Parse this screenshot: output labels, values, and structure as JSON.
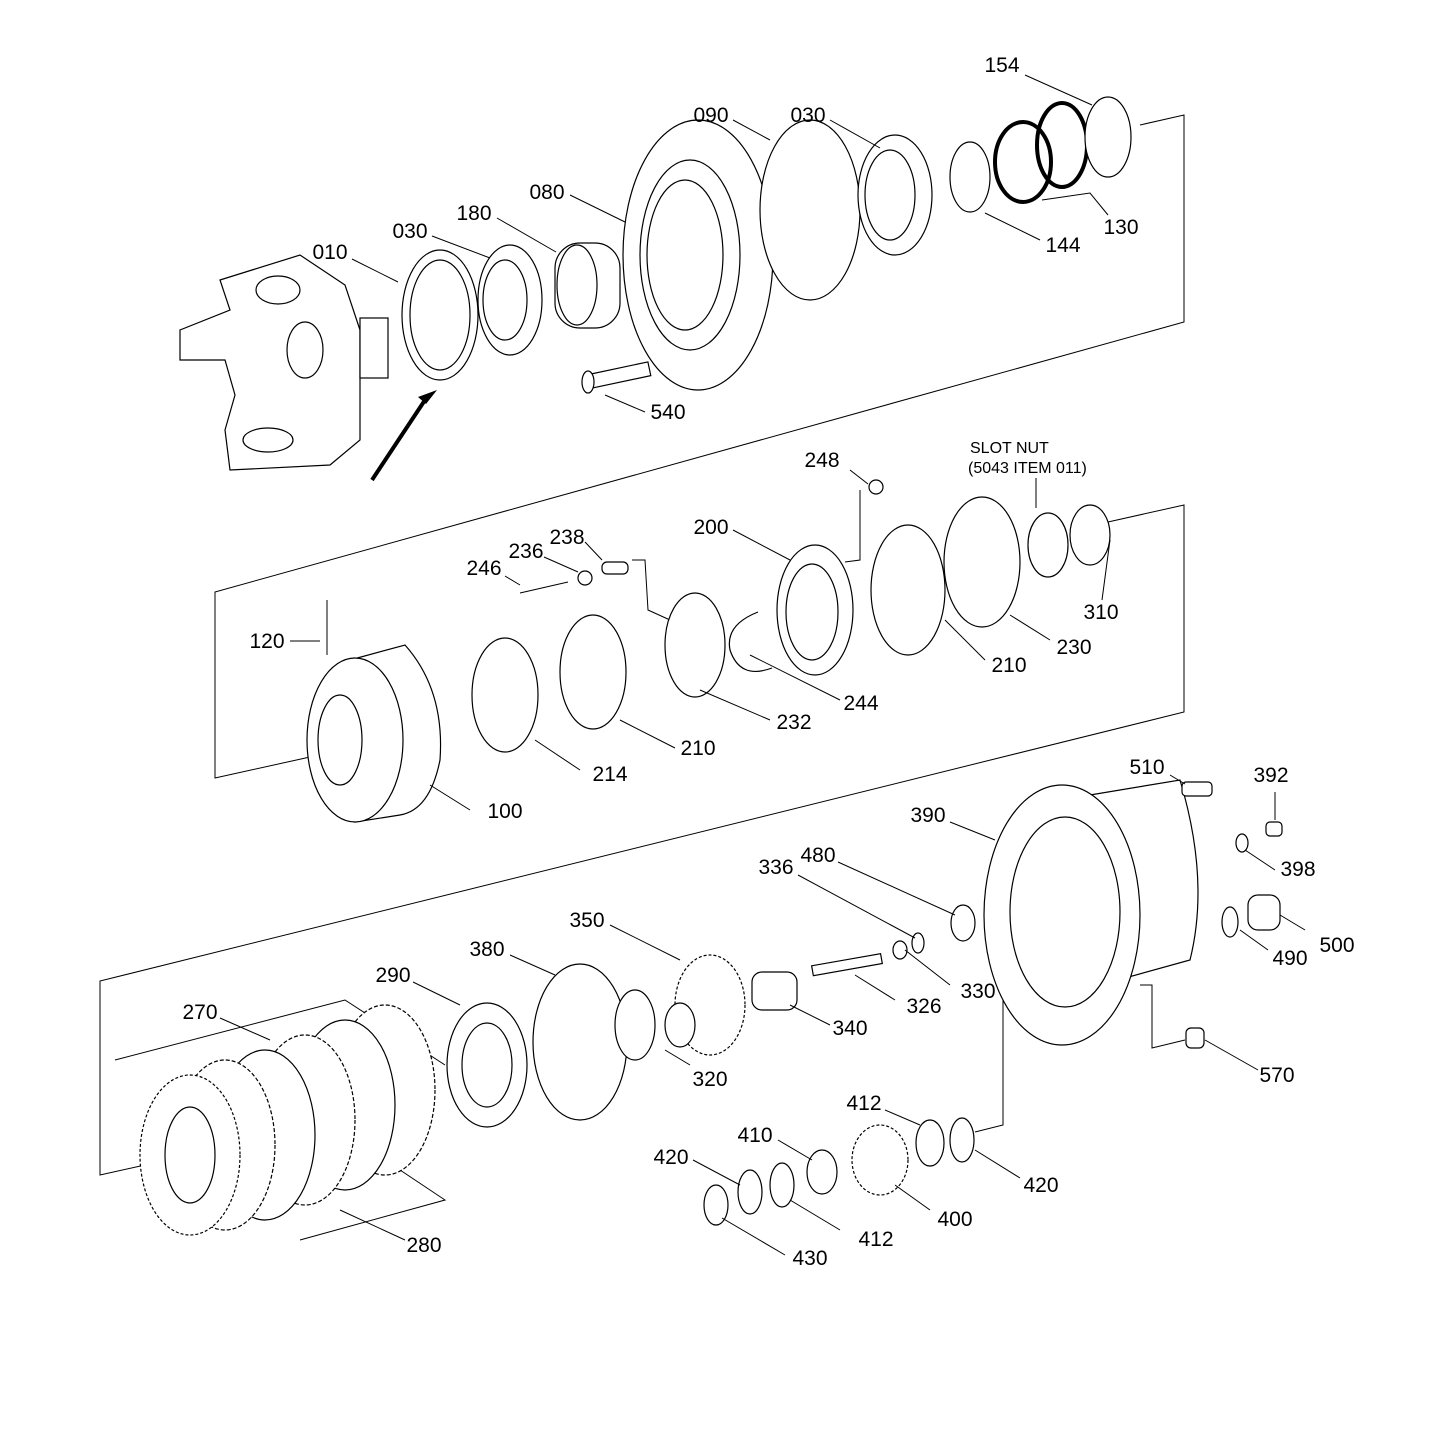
{
  "title": "Exploded parts diagram - wheel hub / brake assembly",
  "note": {
    "line1": "SLOT NUT",
    "line2": "(5043 ITEM 011)"
  },
  "labels": [
    "154",
    "090",
    "030",
    "080",
    "180",
    "030",
    "010",
    "130",
    "144",
    "540",
    "248",
    "200",
    "238",
    "236",
    "246",
    "120",
    "310",
    "230",
    "210",
    "244",
    "232",
    "210",
    "214",
    "100",
    "510",
    "392",
    "390",
    "336",
    "480",
    "398",
    "350",
    "380",
    "290",
    "500",
    "490",
    "330",
    "326",
    "270",
    "340",
    "320",
    "570",
    "412",
    "410",
    "420",
    "420",
    "400",
    "412",
    "280",
    "430"
  ]
}
